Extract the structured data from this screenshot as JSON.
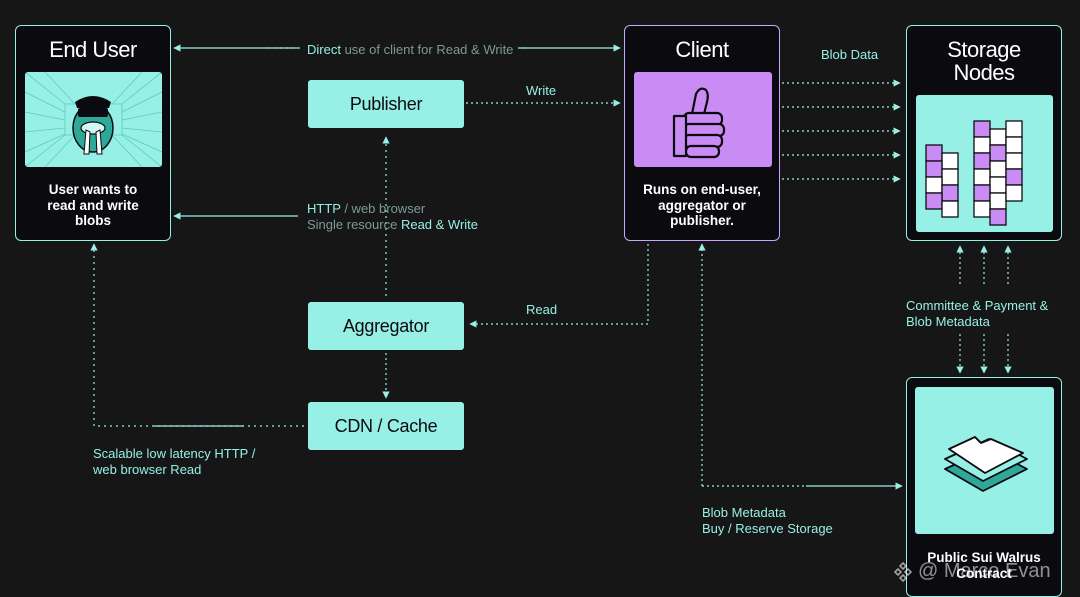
{
  "nodes": {
    "end_user": {
      "title": "End User",
      "caption": "User wants to read and write blobs"
    },
    "client": {
      "title": "Client",
      "caption": "Runs on end-user, aggregator or publisher."
    },
    "storage": {
      "title": "Storage Nodes"
    },
    "contract": {
      "title": "Public Sui Walrus Contract"
    },
    "publisher": {
      "label": "Publisher"
    },
    "aggregator": {
      "label": "Aggregator"
    },
    "cdn": {
      "label": "CDN / Cache"
    }
  },
  "edges": {
    "direct": {
      "prefix": "Direct",
      "middle": " use of client for Read ",
      "suffix": "& Write"
    },
    "write": "Write",
    "blob_data": "Blob Data",
    "http": {
      "line1_a": "HTTP",
      "line1_b": " / web browser",
      "line2_a": "Single resource ",
      "line2_b": "Read & Write"
    },
    "read": "Read",
    "committee": {
      "line1": "Committee & Payment &",
      "line2": "Blob Metadata"
    },
    "scalable": {
      "line1": "Scalable low latency HTTP /",
      "line2": "web browser Read"
    },
    "metadata": {
      "line1": "Blob Metadata",
      "line2": "Buy / Reserve Storage"
    }
  },
  "watermark": {
    "text": "@ Marco Evan",
    "icon": "binance-logo-icon"
  },
  "colors": {
    "accent": "#97f0e5",
    "purple": "#c6a6ff",
    "background": "#161616",
    "card": "#0b0b0f"
  }
}
